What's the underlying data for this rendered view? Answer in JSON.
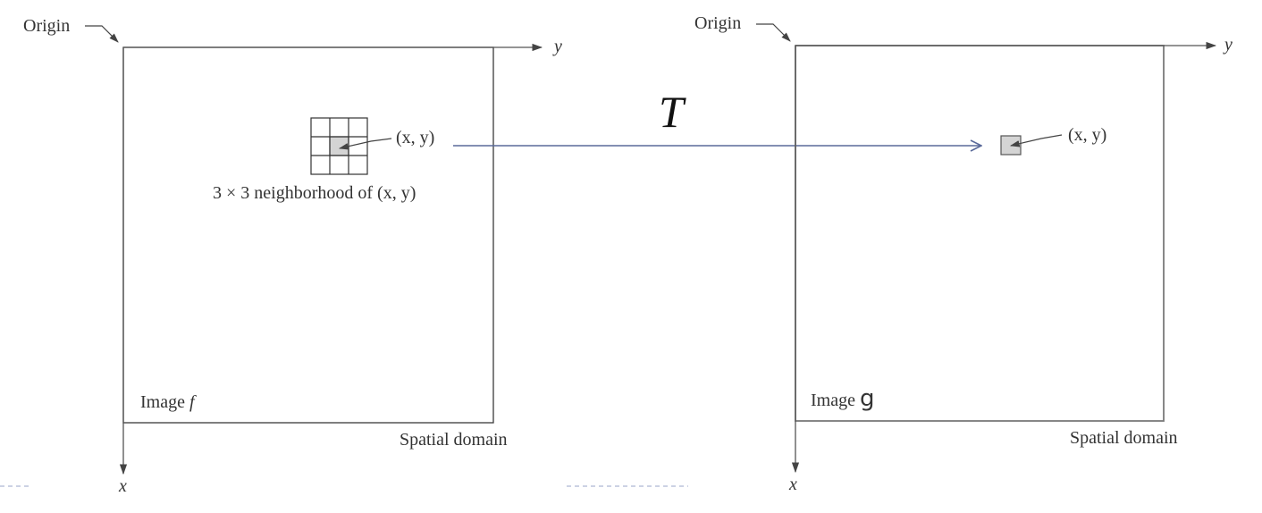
{
  "transform_label": "T",
  "left": {
    "origin_label": "Origin",
    "y_axis_label": "y",
    "x_axis_label": "x",
    "point_label": "(x, y)",
    "neighborhood_caption": "3 × 3 neighborhood of (x, y)",
    "image_label_prefix": "Image",
    "image_label_var": "f",
    "domain_label": "Spatial domain"
  },
  "right": {
    "origin_label": "Origin",
    "y_axis_label": "y",
    "x_axis_label": "x",
    "point_label": "(x, y)",
    "image_label_prefix": "Image",
    "image_label_var": "g",
    "domain_label": "Spatial domain"
  },
  "colors": {
    "transform_arrow": "#5a6a9a",
    "pixel_fill": "#d4d4d4",
    "dashed_rule": "#9aa6c8"
  }
}
